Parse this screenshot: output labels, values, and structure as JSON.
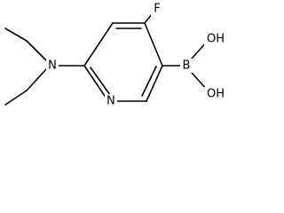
{
  "molecule": {
    "atoms": {
      "fluorine": "F",
      "amine_nitrogen": "N",
      "ring_nitrogen": "N",
      "boron": "B",
      "hydroxyl_top": "OH",
      "hydroxyl_bottom": "OH"
    },
    "colors": {
      "bond": "#000000",
      "label": "#000000",
      "background": "#ffffff"
    }
  }
}
